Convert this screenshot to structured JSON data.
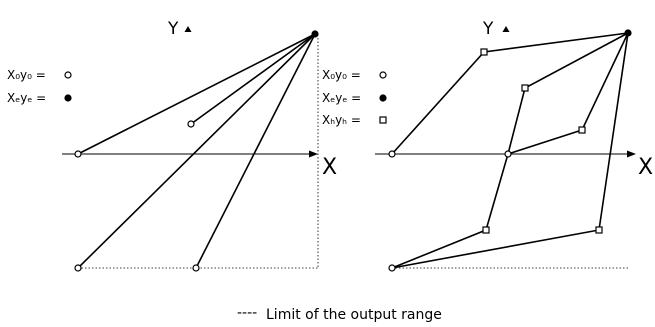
{
  "left_panel": {
    "y_axis_label": "Y",
    "x_axis_label": "X",
    "legend": [
      {
        "label": "X₀y₀ =",
        "marker": "open-circle"
      },
      {
        "label": "Xₑyₑ =",
        "marker": "filled-circle"
      }
    ]
  },
  "right_panel": {
    "y_axis_label": "Y",
    "x_axis_label": "X",
    "legend": [
      {
        "label": "X₀y₀ =",
        "marker": "open-circle"
      },
      {
        "label": "Xₑyₑ =",
        "marker": "filled-circle"
      },
      {
        "label": "Xₕyₕ =",
        "marker": "open-square"
      }
    ]
  },
  "footer": {
    "legend_symbol": "----",
    "legend_text": "Limit of the output range"
  },
  "colors": {
    "ink": "#000000",
    "background": "#ffffff"
  }
}
